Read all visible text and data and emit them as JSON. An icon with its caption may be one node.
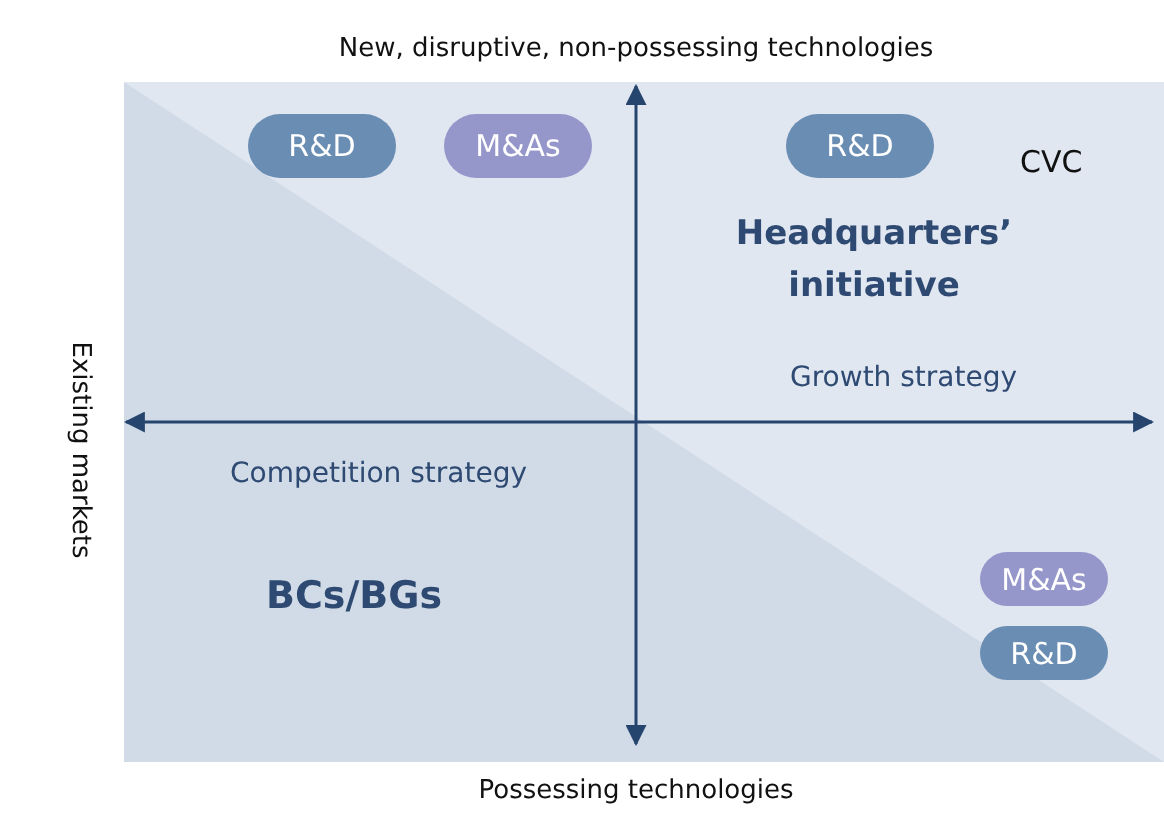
{
  "diagram": {
    "nodes": [
      {
        "text": [
          "R&D"
        ]
      },
      {
        "text": [
          "M&As"
        ]
      },
      {
        "text": [
          "R&D"
        ]
      },
      {
        "text": [
          "M&As"
        ]
      },
      {
        "text": [
          "R&D"
        ]
      }
    ],
    "labels": [
      "New, disruptive, non-possessing technologies",
      "CVC",
      "Headquarters’ initiative",
      "Growth strategy",
      "Existing markets",
      "Competition strategy",
      "BCs/BGs",
      "Possessing technologies"
    ]
  }
}
